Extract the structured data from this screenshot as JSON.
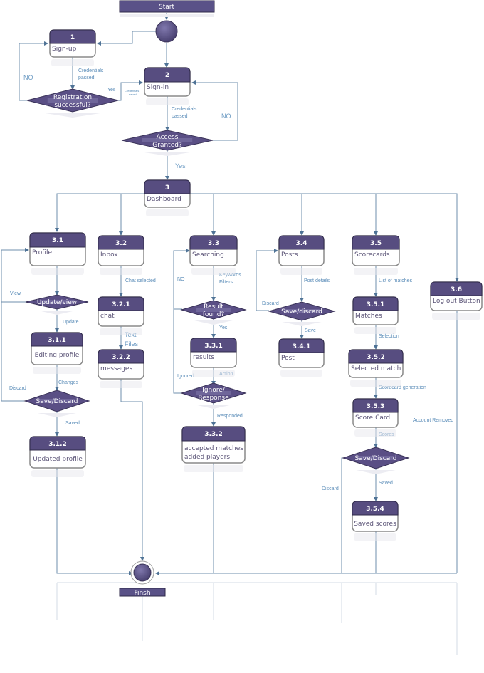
{
  "diagram": {
    "start_label": "Start",
    "finish_label": "Finsh",
    "colors": {
      "node_header": "#574d80",
      "connector": "#6f8fae",
      "edge_label": "#5a8cb8"
    },
    "nodes": {
      "n1": {
        "id": "1",
        "name": "Sign-up"
      },
      "n2": {
        "id": "2",
        "name": "Sign-in"
      },
      "n3": {
        "id": "3",
        "name": "Dashboard"
      },
      "n31": {
        "id": "3.1",
        "name": "Profile"
      },
      "n311": {
        "id": "3.1.1",
        "name": "Editing profile"
      },
      "n312": {
        "id": "3.1.2",
        "name": "Updated profile"
      },
      "n32": {
        "id": "3.2",
        "name": "Inbox"
      },
      "n321": {
        "id": "3.2.1",
        "name": "chat"
      },
      "n322": {
        "id": "3.2.2",
        "name": "messages"
      },
      "n33": {
        "id": "3.3",
        "name": "Searching"
      },
      "n331": {
        "id": "3.3.1",
        "name": "results"
      },
      "n332": {
        "id": "3.3.2",
        "name_line1": "accepted matches",
        "name_line2": "added players"
      },
      "n34": {
        "id": "3.4",
        "name": "Posts"
      },
      "n341": {
        "id": "3.4.1",
        "name": "Post"
      },
      "n35": {
        "id": "3.5",
        "name": "Scorecards"
      },
      "n351": {
        "id": "3.5.1",
        "name": "Matches"
      },
      "n352": {
        "id": "3.5.2",
        "name": "Selected match"
      },
      "n353": {
        "id": "3.5.3",
        "name": "Score Card"
      },
      "n354": {
        "id": "3.5.4",
        "name": "Saved scores"
      },
      "n36": {
        "id": "3.6",
        "name": "Log out Button"
      }
    },
    "decisions": {
      "registration": {
        "line1": "Registration",
        "line2": "successful?"
      },
      "access": {
        "line1": "Access",
        "line2": "Granted?"
      },
      "update_view": {
        "line1": "Update/view"
      },
      "save_discard_profile": {
        "line1": "Save/Discard"
      },
      "result_found": {
        "line1": "Result",
        "line2": "found?"
      },
      "ignore_response": {
        "line1": "Ignore/",
        "line2": "Response"
      },
      "save_discard_post": {
        "line1": "Save/discard"
      },
      "save_discard_score": {
        "line1": "Save/Discard"
      }
    },
    "edge_labels": {
      "no_signup": "NO",
      "credentials_passed_1a": "Credentials",
      "credentials_passed_1b": "passed",
      "yes_reg": "Yes",
      "credentials_saved_a": "Credentials",
      "credentials_saved_b": "saved",
      "credentials_passed_2a": "Credentials",
      "credentials_passed_2b": "passed",
      "no_access": "NO",
      "yes_access": "Yes",
      "view": "View",
      "update": "Update",
      "changes": "Changes",
      "discard_profile": "Discard",
      "saved_profile": "Saved",
      "chat_selected": "Chat selected",
      "text": "Text",
      "files": "Files",
      "no_search": "NO",
      "keywords": "Keywords",
      "filters": "Filters",
      "yes_search": "Yes",
      "ignored": "Ignored",
      "action": "Action",
      "responded": "Responded",
      "post_details": "Post details",
      "discard_post": "Discard",
      "save_post": "Save",
      "list_of_matches": "List of matches",
      "selection": "Selection",
      "scorecard_generation": "Scorecard generation",
      "scores": "Scores",
      "saved_score": "Saved",
      "discard_score": "Discard",
      "account_removed": "Account Removed"
    }
  }
}
